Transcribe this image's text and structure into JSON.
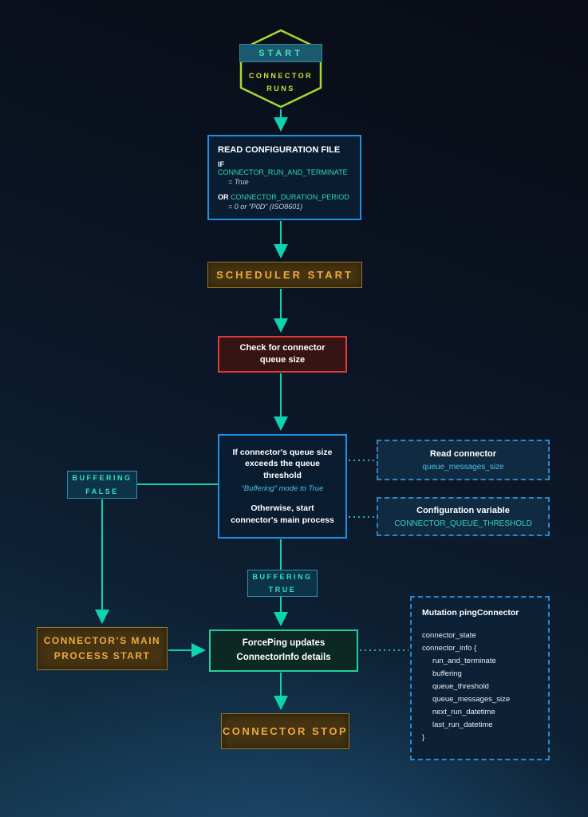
{
  "colors": {
    "accent_teal": "#2fd6c0",
    "accent_cyan": "#49c3e8",
    "accent_blue": "#1f8fe8",
    "accent_gold": "#eca93f",
    "accent_red": "#df3b3b",
    "accent_lime": "#a8d832"
  },
  "start": {
    "label": "START",
    "sub_line1": "CONNECTOR",
    "sub_line2": "RUNS"
  },
  "read_config": {
    "title": "READ CONFIGURATION FILE",
    "if_prefix": "IF ",
    "if_var": "CONNECTOR_RUN_AND_TERMINATE",
    "if_value": "= True",
    "or_prefix": "OR ",
    "or_var": "CONNECTOR_DURATION_PERIOD",
    "or_value": "= 0 or “P0D” (ISO8601)"
  },
  "scheduler": {
    "label": "SCHEDULER START"
  },
  "check_queue": {
    "line1": "Check for connector",
    "line2": "queue size"
  },
  "decision": {
    "line1": "If connector's queue size",
    "line2": "exceeds the queue",
    "line3": "threshold",
    "line4": "“Buffering” mode to True",
    "line5": "Otherwise, start",
    "line6": "connector's main process"
  },
  "buffering_false": {
    "line1": "BUFFERING",
    "line2": "FALSE"
  },
  "buffering_true": {
    "line1": "BUFFERING",
    "line2": "TRUE"
  },
  "read_connector": {
    "title": "Read connector",
    "value": "queue_messages_size"
  },
  "config_variable": {
    "title": "Configuration variable",
    "value": "CONNECTOR_QUEUE_THRESHOLD"
  },
  "main_process": {
    "line1": "CONNECTOR’S MAIN",
    "line2": "PROCESS START"
  },
  "forceping": {
    "line1": "ForcePing updates",
    "line2": "ConnectorInfo details"
  },
  "mutation": {
    "title": "Mutation pingConnector",
    "lines": [
      "connector_state",
      "connector_info {",
      "run_and_terminate",
      "buffering",
      "queue_threshold",
      "queue_messages_size",
      "next_run_datetime",
      "last_run_datetime",
      "}"
    ]
  },
  "connector_stop": {
    "label": "CONNECTOR STOP"
  }
}
